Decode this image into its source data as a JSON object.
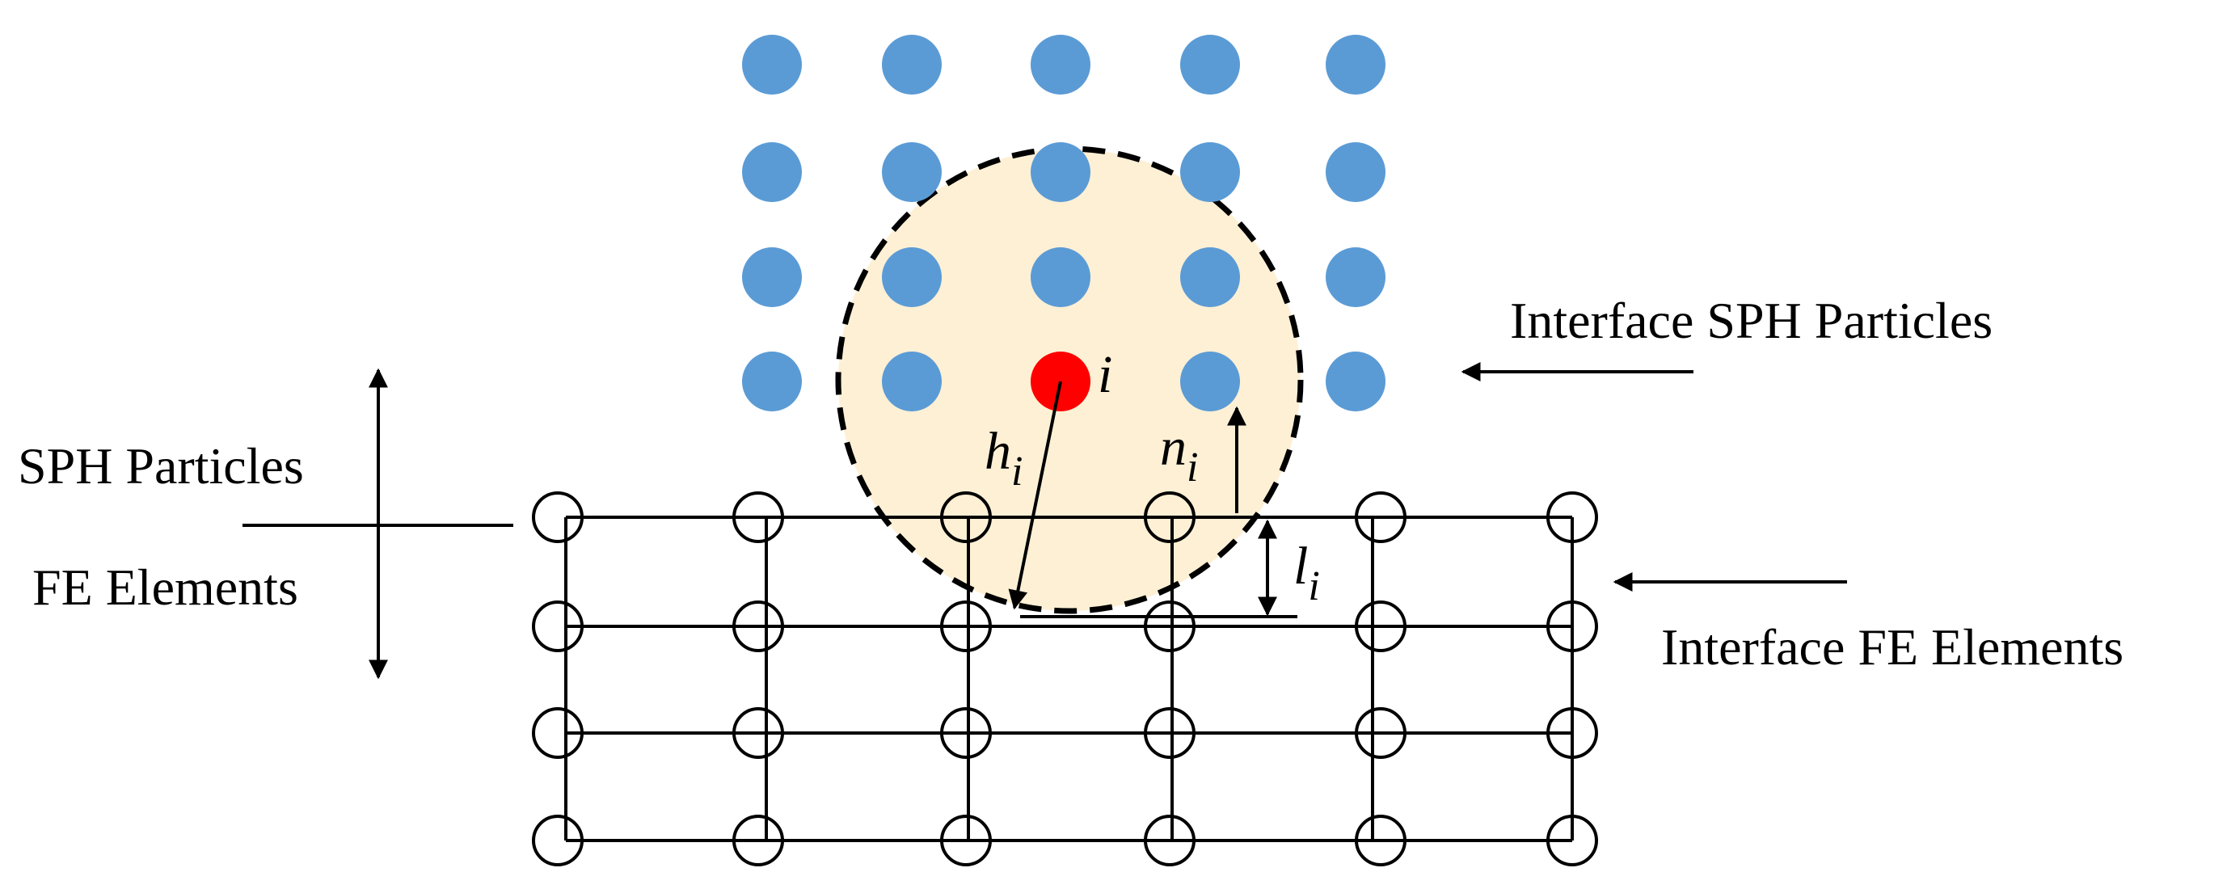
{
  "colors": {
    "sph_particle": "#5b9bd5",
    "center_particle": "#ff0000",
    "support_domain": "#fdf0d5",
    "line": "#000000",
    "background": "#ffffff"
  },
  "labels": {
    "interface_sph": "Interface SPH Particles",
    "sph_particles": "SPH Particles",
    "fe_elements": "FE Elements",
    "interface_fe": "Interface FE Elements"
  },
  "symbols": {
    "particle_i": "i",
    "h": "h",
    "h_sub": "i",
    "n": "n",
    "n_sub": "i",
    "l": "l",
    "l_sub": "i"
  },
  "grid": {
    "sph_rows": 4,
    "sph_cols": 5,
    "fe_rows": 4,
    "fe_cols": 6
  },
  "icons": {
    "arrows": "arrow-icon"
  }
}
